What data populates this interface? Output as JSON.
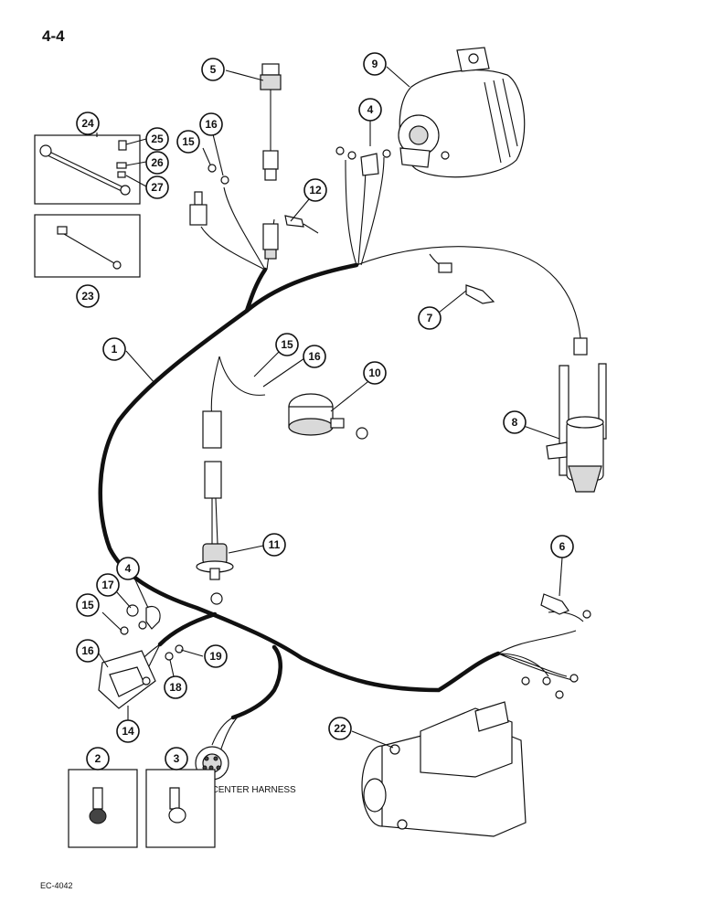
{
  "page_number": "4-4",
  "figure_code": "EC-4042",
  "annotation_center_harness": "TO CENTER HARNESS",
  "callouts": {
    "c1": "1",
    "c2": "2",
    "c3": "3",
    "c4a": "4",
    "c4b": "4",
    "c5": "5",
    "c6": "6",
    "c7": "7",
    "c8": "8",
    "c9": "9",
    "c10": "10",
    "c11": "11",
    "c12": "12",
    "c14": "14",
    "c15a": "15",
    "c15b": "15",
    "c15c": "15",
    "c16a": "16",
    "c16b": "16",
    "c16c": "16",
    "c17": "17",
    "c18": "18",
    "c19": "19",
    "c22": "22",
    "c23": "23",
    "c24": "24",
    "c25": "25",
    "c26": "26",
    "c27": "27"
  }
}
